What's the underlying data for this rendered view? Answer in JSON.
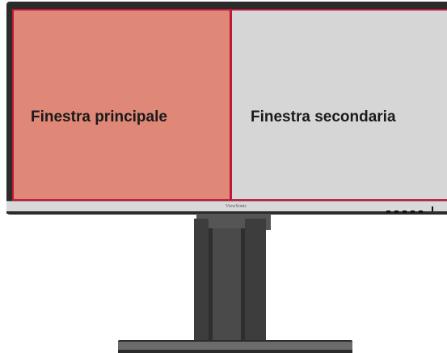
{
  "panes": {
    "main_label": "Finestra principale",
    "secondary_label": "Finestra secondaria"
  },
  "monitor": {
    "brand": "ViewSonic"
  },
  "colors": {
    "main_pane": "#e08878",
    "secondary_pane": "#d6d6d6",
    "pane_border": "#c0183a",
    "bezel": "#2b2b2b"
  }
}
